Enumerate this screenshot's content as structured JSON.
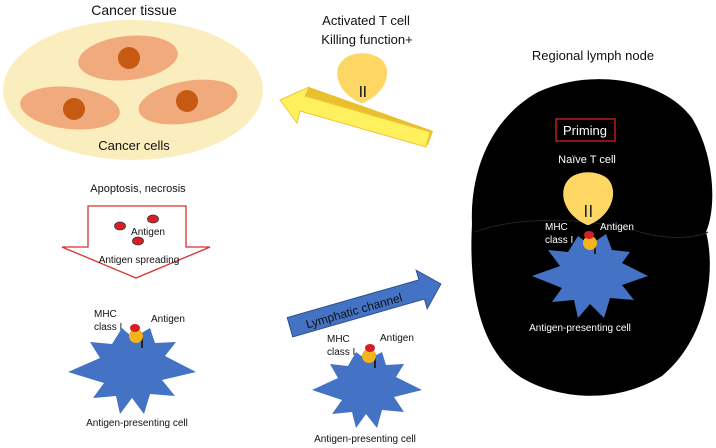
{
  "labels": {
    "cancer_tissue": "Cancer tissue",
    "cancer_cells": "Cancer cells",
    "activated_t_cell_line1": "Activated T cell",
    "activated_t_cell_line2": "Killing function+",
    "regional_lymph_node": "Regional lymph node",
    "priming": "Priming",
    "naive_t_cell": "Naïve T cell",
    "mhc_line1": "MHC",
    "mhc_line2": "class I",
    "antigen": "Antigen",
    "antigen_presenting_cell": "Antigen-presenting cell",
    "apoptosis_necrosis": "Apoptosis, necrosis",
    "antigen_spreading": "Antigen spreading",
    "lymphatic_channel": "Lymphatic channel"
  },
  "colors": {
    "tissue": "#fbeebe",
    "cancer_cell": "#f0aa7c",
    "nucleus": "#c65a13",
    "t_cell": "#fdd663",
    "t_cell_arrow": "#fff05e",
    "apc": "#4472c4",
    "mhc": "#f2b51e",
    "antigen": "#d91f26",
    "lymph_node": "#000000",
    "priming_border": "#c0171f",
    "spreading_arrow_border": "#d9302f"
  }
}
